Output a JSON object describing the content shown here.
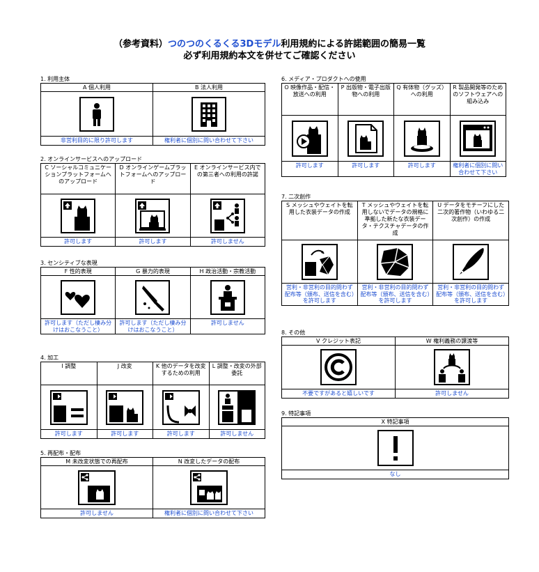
{
  "title": {
    "line1_prefix": "（参考資料）",
    "line1_accent": "つのつのくるくる3Dモデル",
    "line1_suffix": "利用規約による許諾範囲の簡易一覧",
    "line2": "必ず利用規約本文を併せてご確認ください"
  },
  "colors": {
    "accent": "#1f4fd0",
    "text": "#000000"
  },
  "sections": {
    "s1": {
      "title": "1. 利用主体",
      "items": [
        {
          "label": "A 個人利用",
          "icon": "person-icon",
          "permission": "非営利目的に限り許可します"
        },
        {
          "label": "B 法人利用",
          "icon": "office-building-icon",
          "permission": "権利者に個別に問い合わせて下さい"
        }
      ]
    },
    "s2": {
      "title": "2. オンラインサービスへのアップロード",
      "items": [
        {
          "label": "C ソーシャルコミュニケーションプラットフォームへのアップロード",
          "icon": "upload-character-icon",
          "permission": "許可します"
        },
        {
          "label": "D オンラインゲームプラットフォームへのアップロード",
          "icon": "upload-game-screen-icon",
          "permission": "許可します"
        },
        {
          "label": "E オンラインサービス内での第三者への利用の許諾",
          "icon": "upload-share-people-icon",
          "permission": "許可しません"
        }
      ]
    },
    "s3": {
      "title": "3. センシティブな表現",
      "items": [
        {
          "label": "F 性的表現",
          "icon": "hearts-icon",
          "permission": "許可します（ただし棲み分けはおこなうこと）"
        },
        {
          "label": "G 暴力的表現",
          "icon": "knife-blood-icon",
          "permission": "許可します（ただし棲み分けはおこなうこと）"
        },
        {
          "label": "H 政治活動・宗教活動",
          "icon": "podium-speaker-icon",
          "permission": "許可しません"
        }
      ]
    },
    "s4": {
      "title": "4. 加工",
      "items": [
        {
          "label": "I 調整",
          "icon": "adjust-equal-icon",
          "permission": "許可します"
        },
        {
          "label": "J 改変",
          "icon": "modify-character-icon",
          "permission": "許可します"
        },
        {
          "label": "K 他のデータを改変するための利用",
          "icon": "modify-other-data-icon",
          "permission": "許可します"
        },
        {
          "label": "L 調整・改変の外部委託",
          "icon": "outsourcing-icon",
          "permission": "許可しません"
        }
      ]
    },
    "s5": {
      "title": "5. 再配布・配布",
      "items": [
        {
          "label": "M 未改変状態での再配布",
          "icon": "share-redistribute-icon",
          "permission": "許可しません"
        },
        {
          "label": "N 改変したデータの配布",
          "icon": "share-modified-icon",
          "permission": "権利者に個別に問い合わせて下さい"
        }
      ]
    },
    "s6": {
      "title": "6. メディア・プロダクトへの使用",
      "items": [
        {
          "label": "O 映像作品・配信・放送への利用",
          "icon": "video-play-icon",
          "permission": "許可します"
        },
        {
          "label": "P 出版物・電子出版物への利用",
          "icon": "publication-icon",
          "permission": "許可します"
        },
        {
          "label": "Q 有体物（グッズ）への利用",
          "icon": "figure-goods-icon",
          "permission": "許可します"
        },
        {
          "label": "R 製品開発等のためのソフトウェアへの組み込み",
          "icon": "software-window-icon",
          "permission": "権利者に個別に問い合わせて下さい"
        }
      ]
    },
    "s7": {
      "title": "7. 二次創作",
      "items": [
        {
          "label": "S メッシュやウェイトを転用した衣装データの作成",
          "icon": "mesh-transfer-icon",
          "permission": "営利・非営利の目的問わず配布等（頒布、送信を含む）を許可します"
        },
        {
          "label": "T メッシュやウェイトを転用しないでデータの規格に準拠した新たな衣装データ・テクスチャデータの作成",
          "icon": "new-costume-icon",
          "permission": "営利・非営利の目的問わず配布等（頒布、送信を含む）を許可します"
        },
        {
          "label": "U データをモチーフにした二次的著作物（いわゆる二次創作）の作成",
          "icon": "pen-nib-icon",
          "permission": "営利・非営利の目的問わず配布等（頒布、送信を含む）を許可します"
        }
      ]
    },
    "s8": {
      "title": "8. その他",
      "items": [
        {
          "label": "V クレジット表記",
          "icon": "copyright-icon",
          "permission": "不要ですがあると嬉しいです"
        },
        {
          "label": "W 権利義務の譲渡等",
          "icon": "transfer-rights-icon",
          "permission": "許可しません"
        }
      ]
    },
    "s9": {
      "title": "9. 特記事項",
      "items": [
        {
          "label": "X 特記事項",
          "icon": "exclamation-icon",
          "permission": "なし"
        }
      ]
    }
  }
}
